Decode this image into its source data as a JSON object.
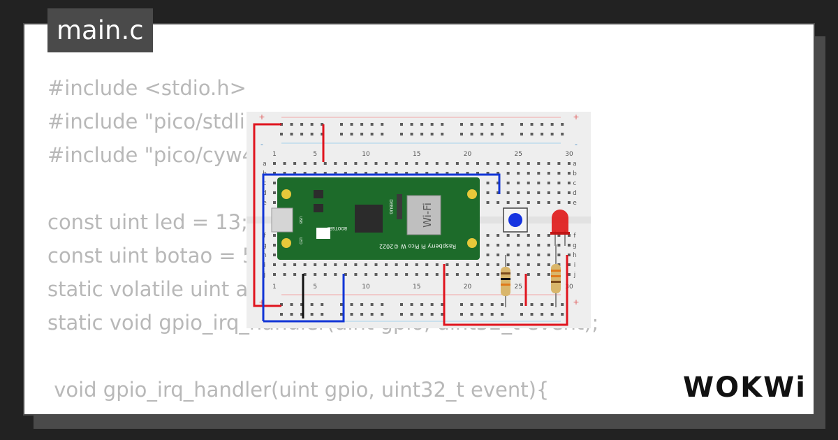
{
  "editor": {
    "file_name": "main.c",
    "code_lines": [
      "#include <stdio.h>",
      "#include \"pico/stdlib.h\"",
      "#include \"pico/cyw43_arch.h\"",
      "",
      "const uint led = 13;",
      "const uint botao = 5;",
      "static volatile uint a = 1;",
      "static void gpio_irq_handler(uint gpio, uint32_t event);",
      "",
      " void gpio_irq_handler(uint gpio, uint32_t event){"
    ]
  },
  "logo": {
    "text": "WOKWi"
  },
  "breadboard": {
    "column_labels": [
      "1",
      "5",
      "10",
      "15",
      "20",
      "25",
      "30"
    ],
    "row_labels_top": [
      "a",
      "b",
      "c",
      "d",
      "e"
    ],
    "row_labels_bottom": [
      "f",
      "g",
      "h",
      "i",
      "j"
    ],
    "rail_plus": "+",
    "rail_minus": "-"
  },
  "pico": {
    "model_text": "Raspberry Pi Pico W ©2022",
    "wifi_label": "Wi-Fi",
    "debug_label": "DEBUG",
    "bootsel_label": "BOOTSEL",
    "usb_label": "USB",
    "led_label": "LED"
  },
  "colors": {
    "background": "#222222",
    "card": "#ffffff",
    "tab": "#4a4a4a",
    "code_text": "#b8b8b8",
    "board_green": "#1d6b2a",
    "wire_red": "#e0141e",
    "wire_blue": "#1135d6",
    "wire_black": "#111111",
    "button_blue": "#1533e0",
    "led_red": "#e01b1b"
  }
}
